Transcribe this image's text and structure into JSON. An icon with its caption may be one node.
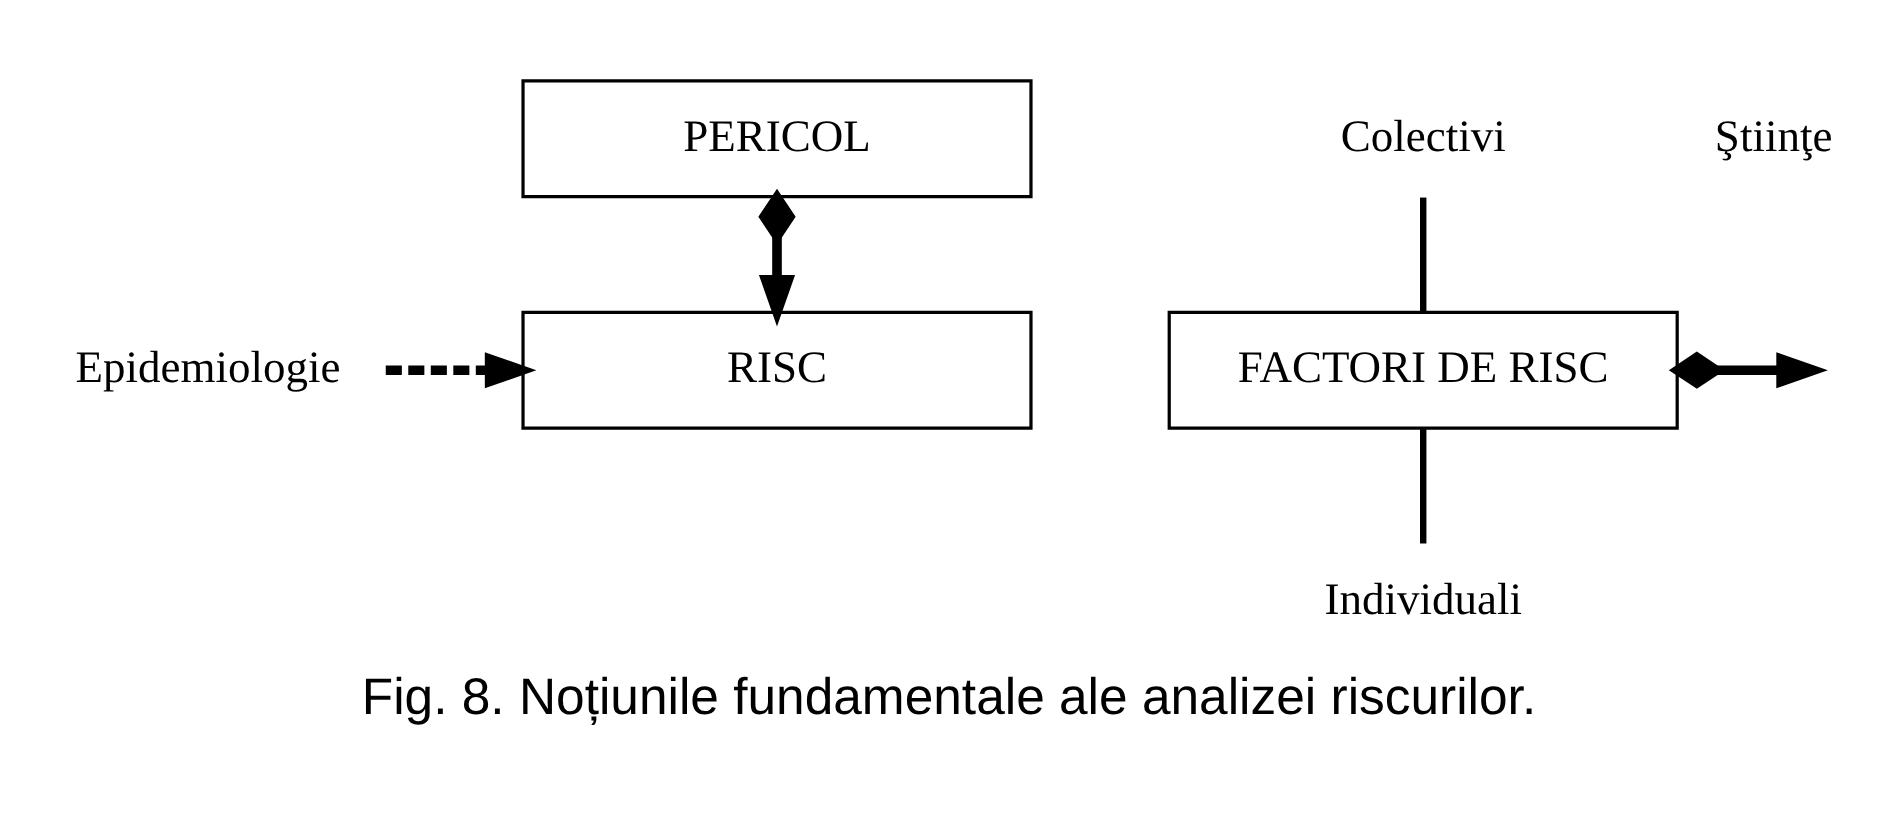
{
  "diagram": {
    "caption": "Fig. 8. Noțiunile fundamentale ale analizei riscurilor.",
    "nodes": [
      {
        "text": [
          "PERICOL"
        ]
      },
      {
        "text": [
          "Colectivi"
        ]
      },
      {
        "text": [
          "FACTORI DE RISC"
        ]
      },
      {
        "text": [
          "Individuali"
        ]
      },
      {
        "text": [
          "Epidemiologie"
        ]
      },
      {
        "text": [
          "RISC"
        ]
      }
    ],
    "edges": [
      {
        "from": 0,
        "to": 5,
        "arrow": "to"
      },
      {
        "from": 2,
        "to": null,
        "arrow": "to"
      },
      {
        "from": 1,
        "to": 2,
        "arrow": "none"
      },
      {
        "from": 2,
        "to": 3,
        "arrow": "none"
      },
      {
        "from": 4,
        "to": 5,
        "arrow": "to",
        "style": "dashed"
      }
    ],
    "labels": [
      "Ştiinţe"
    ]
  }
}
